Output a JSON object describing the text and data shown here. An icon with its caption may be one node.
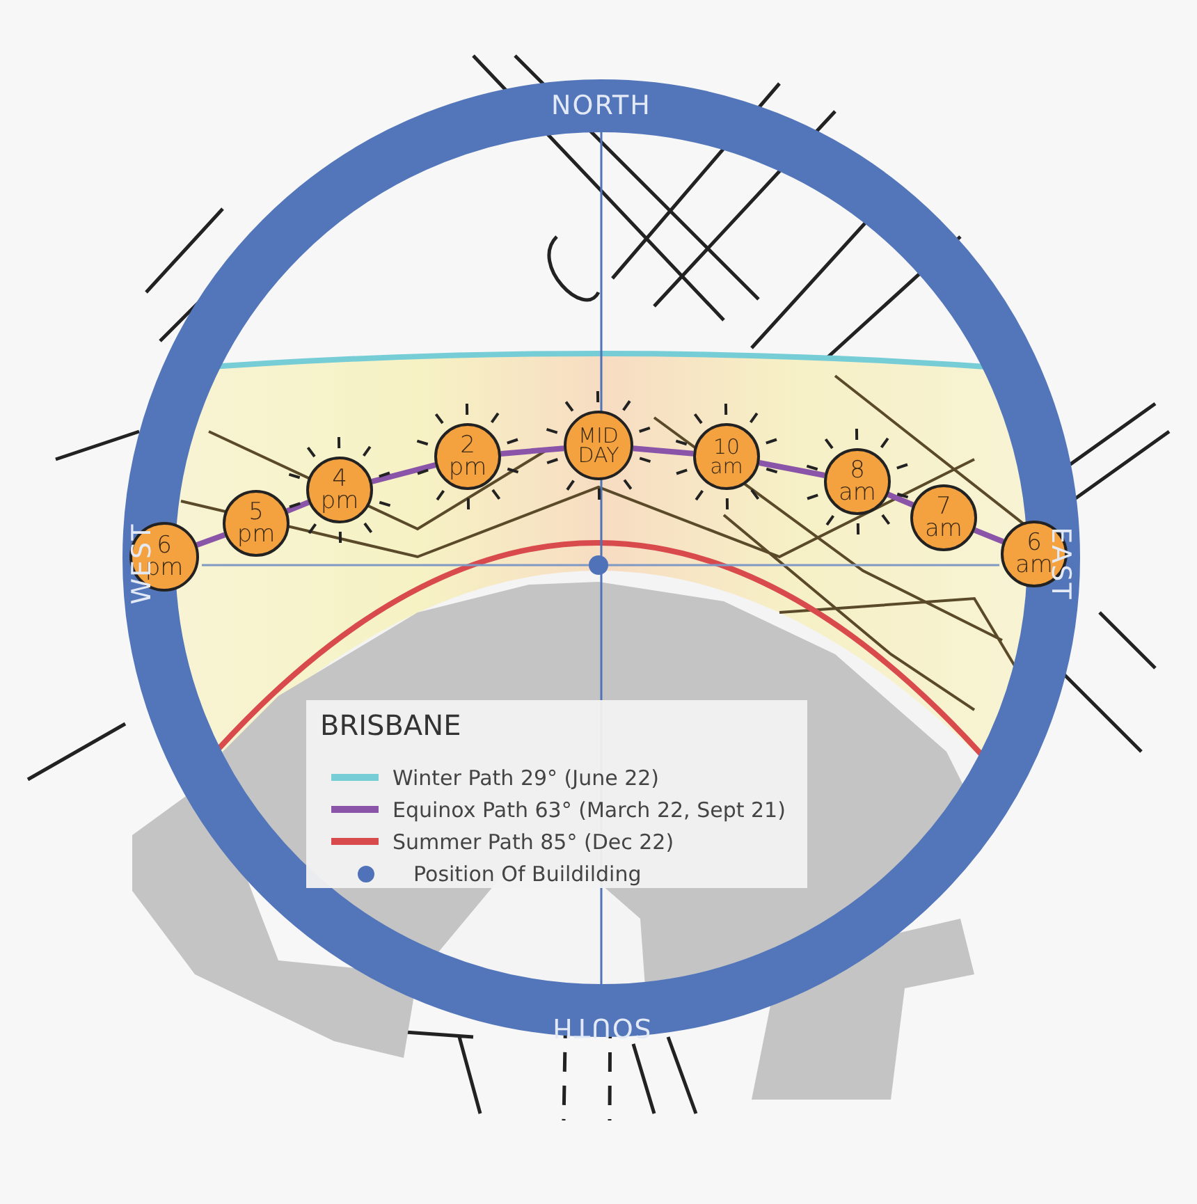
{
  "diagram": {
    "nodes": [
      {
        "text": [
          "6 pm"
        ]
      },
      {
        "text": [
          "5 pm"
        ]
      },
      {
        "text": [
          "4 pm"
        ]
      },
      {
        "text": [
          "2 pm"
        ]
      },
      {
        "text": [
          "MID DAY"
        ]
      },
      {
        "text": [
          "10 am"
        ]
      },
      {
        "text": [
          "8 am"
        ]
      },
      {
        "text": [
          "7 am"
        ]
      },
      {
        "text": [
          "6 am"
        ]
      }
    ],
    "edges": [
      {
        "from": 0,
        "to": 1,
        "arrow": "none"
      },
      {
        "from": 1,
        "to": 2,
        "arrow": "none"
      },
      {
        "from": 2,
        "to": 3,
        "arrow": "none"
      },
      {
        "from": 3,
        "to": 4,
        "arrow": "none"
      },
      {
        "from": 4,
        "to": 5,
        "arrow": "none"
      },
      {
        "from": 5,
        "to": 6,
        "arrow": "none"
      },
      {
        "from": 6,
        "to": 7,
        "arrow": "none"
      },
      {
        "from": 7,
        "to": 8,
        "arrow": "none"
      }
    ],
    "labels": [
      "NORTH",
      "WEST",
      "EAST",
      "SOUTH",
      "BRISBANE"
    ],
    "legend": [
      {
        "text": "Winter Path 29° (June 22)",
        "color": "#76cdd6"
      },
      {
        "text": "Equinox Path 63° (March 22, Sept 21)",
        "color": "#8a55a8"
      },
      {
        "text": "Summer Path 85° (Dec 22)",
        "color": "#d94a4d"
      },
      {
        "text": "Position Of Buildilding",
        "color": "#4f72b9"
      }
    ]
  }
}
